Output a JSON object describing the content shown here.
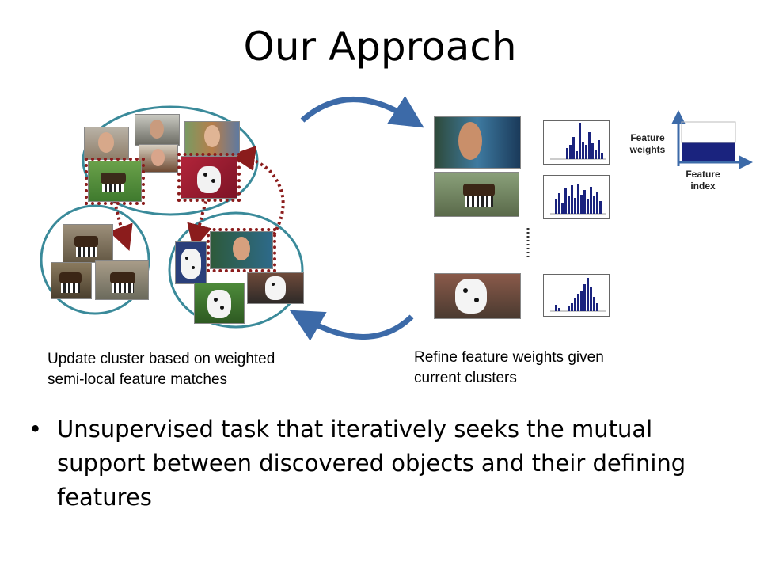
{
  "title": "Our Approach",
  "captions": {
    "left": [
      "Update cluster based on weighted",
      "semi-local feature matches"
    ],
    "right": [
      "Refine feature weights given",
      "current clusters"
    ]
  },
  "weights_panel": {
    "y_label": [
      "Feature",
      "weights"
    ],
    "x_label": [
      "Feature",
      "index"
    ]
  },
  "bullet": {
    "marker": "•",
    "text": "Unsupervised task that iteratively seeks the mutual support between discovered objects and their defining features"
  },
  "colors": {
    "cluster_ring": "#3a8a9a",
    "arrow": "#3c6aa8",
    "dotted_arrow": "#8b1c1c",
    "histogram_bar": "#1a237e"
  },
  "icons": [
    "face-photo",
    "okapi-photo",
    "dalmatian-photo",
    "histogram"
  ]
}
